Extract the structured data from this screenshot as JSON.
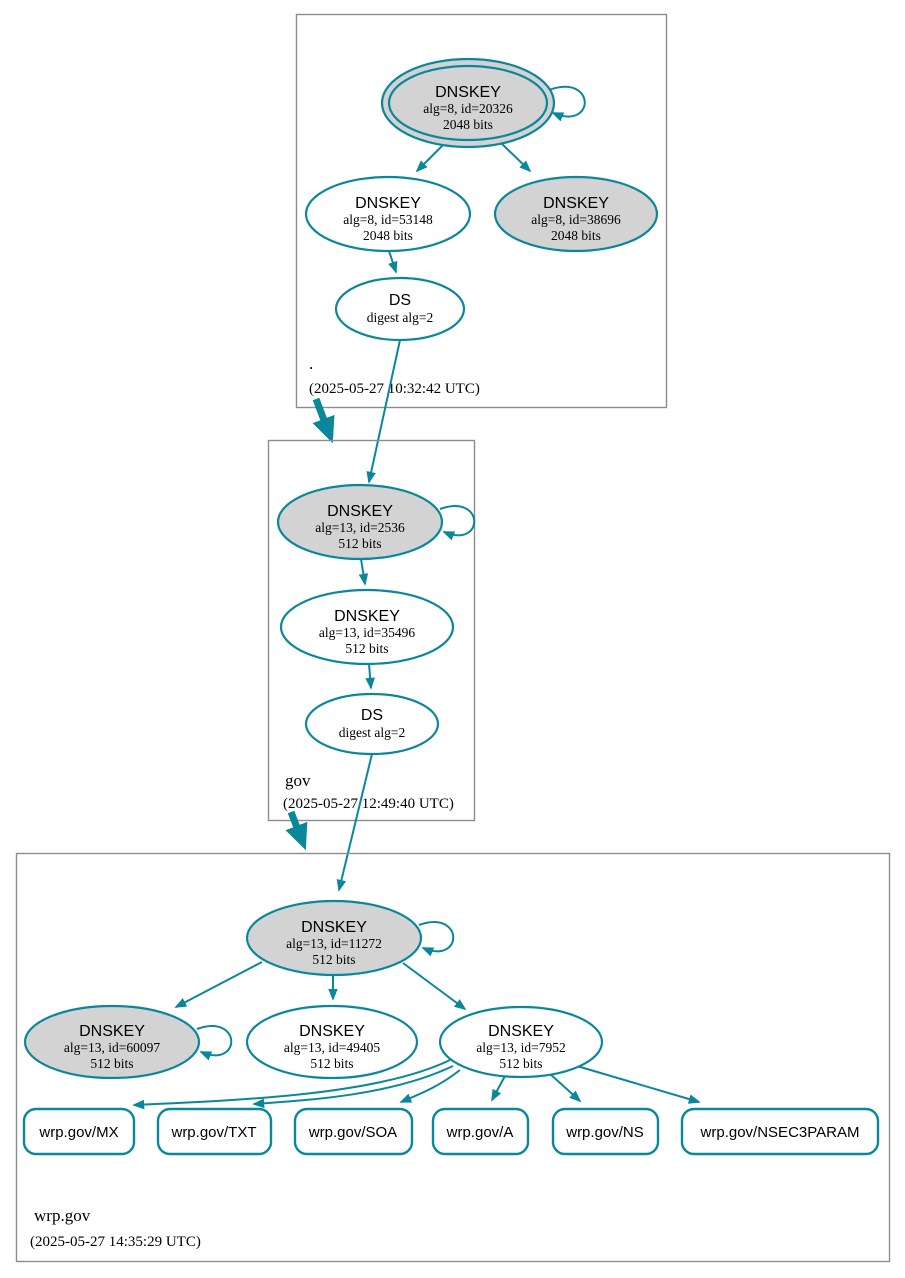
{
  "colors": {
    "edge_teal": "#0a879a",
    "key_fill_gray": "#d3d3d3",
    "node_fill_white": "#ffffff",
    "zone_border_gray": "#8c8c8c",
    "text_black": "#000000"
  },
  "zones": {
    "root": {
      "label": ".",
      "timestamp": "(2025-05-27 10:32:42 UTC)",
      "nodes": {
        "ksk20326": {
          "title": "DNSKEY",
          "detail": "alg=8, id=20326",
          "bits": "2048 bits"
        },
        "zsk53148": {
          "title": "DNSKEY",
          "detail": "alg=8, id=53148",
          "bits": "2048 bits"
        },
        "key38696": {
          "title": "DNSKEY",
          "detail": "alg=8, id=38696",
          "bits": "2048 bits"
        },
        "ds": {
          "title": "DS",
          "detail": "digest alg=2"
        }
      }
    },
    "gov": {
      "label": "gov",
      "timestamp": "(2025-05-27 12:49:40 UTC)",
      "nodes": {
        "ksk2536": {
          "title": "DNSKEY",
          "detail": "alg=13, id=2536",
          "bits": "512 bits"
        },
        "zsk35496": {
          "title": "DNSKEY",
          "detail": "alg=13, id=35496",
          "bits": "512 bits"
        },
        "ds": {
          "title": "DS",
          "detail": "digest alg=2"
        }
      }
    },
    "wrp_gov": {
      "label": "wrp.gov",
      "timestamp": "(2025-05-27 14:35:29 UTC)",
      "nodes": {
        "ksk11272": {
          "title": "DNSKEY",
          "detail": "alg=13, id=11272",
          "bits": "512 bits"
        },
        "key60097": {
          "title": "DNSKEY",
          "detail": "alg=13, id=60097",
          "bits": "512 bits"
        },
        "key49405": {
          "title": "DNSKEY",
          "detail": "alg=13, id=49405",
          "bits": "512 bits"
        },
        "key7952": {
          "title": "DNSKEY",
          "detail": "alg=13, id=7952",
          "bits": "512 bits"
        }
      },
      "rrsets": [
        {
          "label": "wrp.gov/MX"
        },
        {
          "label": "wrp.gov/TXT"
        },
        {
          "label": "wrp.gov/SOA"
        },
        {
          "label": "wrp.gov/A"
        },
        {
          "label": "wrp.gov/NS"
        },
        {
          "label": "wrp.gov/NSEC3PARAM"
        }
      ]
    }
  }
}
